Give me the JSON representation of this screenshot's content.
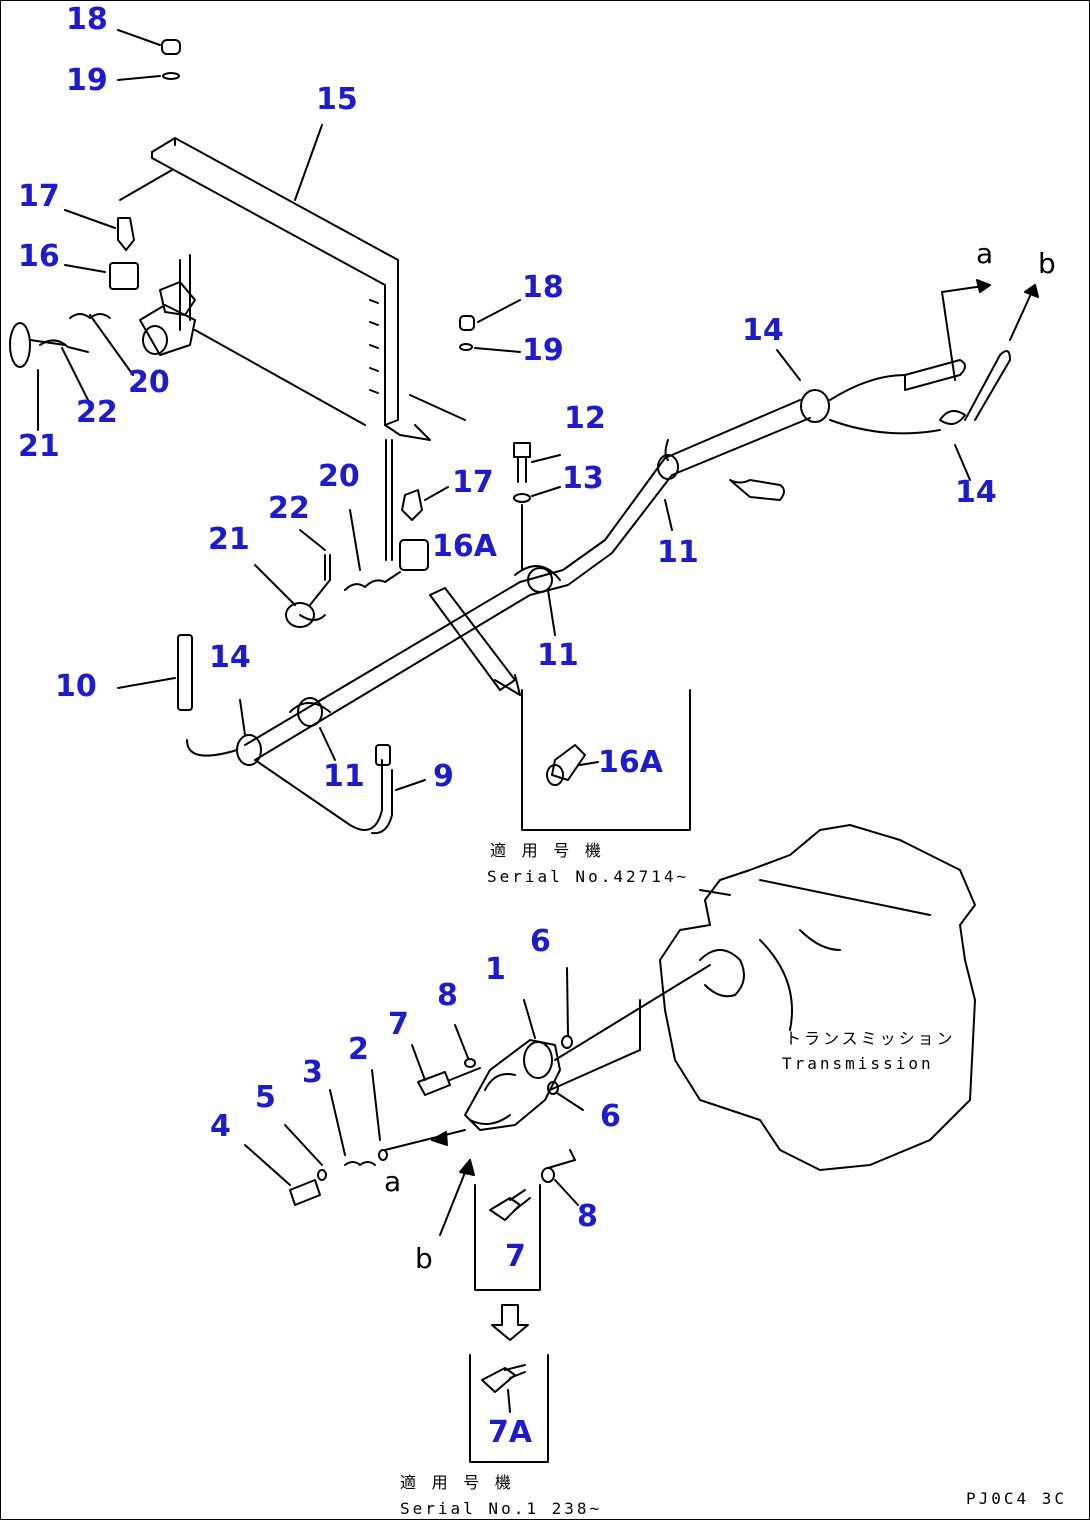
{
  "callouts": {
    "c18a": "18",
    "c19a": "19",
    "c15": "15",
    "c17a": "17",
    "c16": "16",
    "c20a": "20",
    "c22a": "22",
    "c21a": "21",
    "c18b": "18",
    "c19b": "19",
    "c14a": "14",
    "c14b": "14",
    "c12": "12",
    "c13": "13",
    "c17b": "17",
    "c20b": "20",
    "c22b": "22",
    "c21b": "21",
    "c16Aa": "16A",
    "c11a": "11",
    "c11b": "11",
    "c10": "10",
    "c14c": "14",
    "c11c": "11",
    "c9": "9",
    "c16Ab": "16A",
    "c6a": "6",
    "c1": "1",
    "c8a": "8",
    "c7a": "7",
    "c2": "2",
    "c3": "3",
    "c5": "5",
    "c4": "4",
    "c6b": "6",
    "c8b": "8",
    "c7b": "7",
    "c7A": "7A"
  },
  "letters": {
    "a_top": "a",
    "b_top": "b",
    "a_bottom": "a",
    "b_bottom": "b"
  },
  "notes": {
    "serial1_jp": "適 用 号 機",
    "serial1_en": "Serial No.42714~",
    "transmission_jp": "トランスミッション",
    "transmission_en": "Transmission",
    "serial2_jp": "適 用 号 機",
    "serial2_en": "Serial No.1 238~",
    "figure_code": "PJ0C4 3C"
  },
  "colors": {
    "callout": "#1c1ccc",
    "linework": "#000000"
  }
}
